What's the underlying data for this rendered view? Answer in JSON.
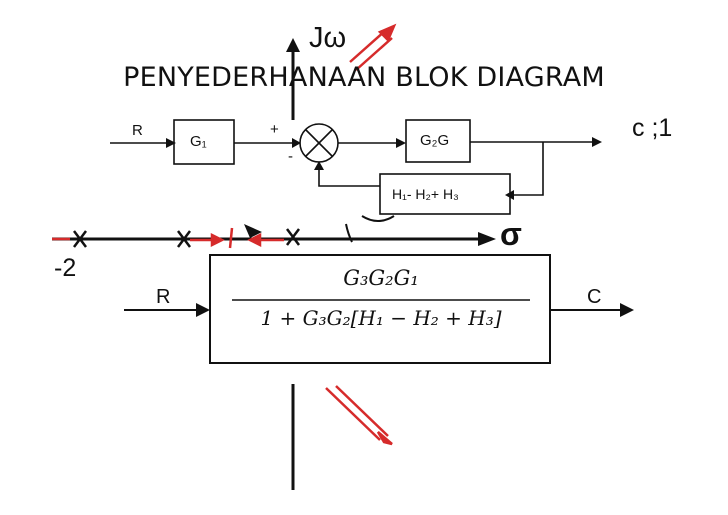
{
  "slide": {
    "title": "PENYEDERHANAAN BLOK DIAGRAM"
  },
  "background_plot": {
    "axis_label_j": "Jω",
    "axis_label_sigma": "σ",
    "tick_label": "-2",
    "corner_text": "c ;1",
    "accent_color": "#d62b2b"
  },
  "original_diagram": {
    "input_label": "R",
    "g1_label": "G₁",
    "g2g_label": "G₂G",
    "feedback_label": "H₁- H₂+ H₃",
    "plus_sign": "+",
    "minus_sign": "-"
  },
  "simplified_diagram": {
    "input_label": "R",
    "output_label": "C",
    "numerator": "G₃G₂G₁",
    "denominator": "1 + G₃G₂[H₁ − H₂ + H₃]"
  }
}
